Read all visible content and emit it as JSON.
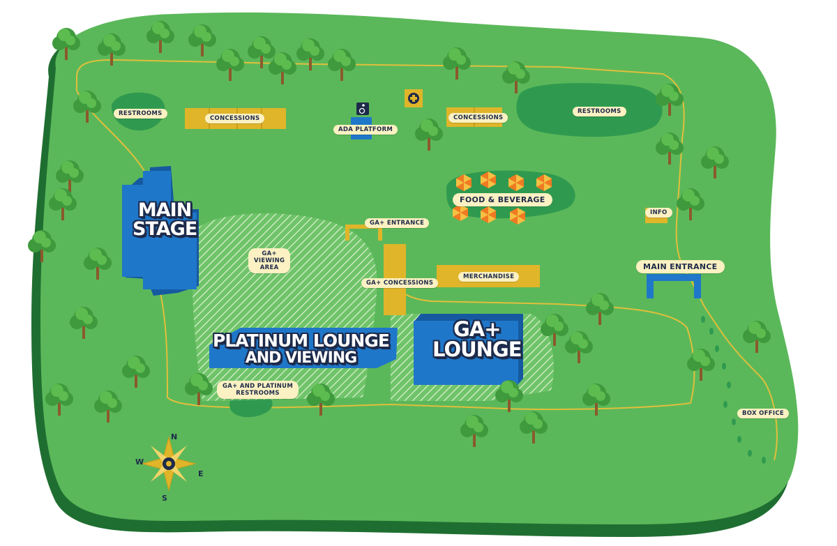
{
  "labels": {
    "restrooms_left": "RESTROOMS",
    "concessions_left": "CONCESSIONS",
    "ada_platform": "ADA PLATFORM",
    "concessions_right": "CONCESSIONS",
    "restrooms_right": "RESTROOMS",
    "main_stage_line1": "MAIN",
    "main_stage_line2": "STAGE",
    "food_beverage": "FOOD & BEVERAGE",
    "info": "INFO",
    "ga_entrance": "GA+ ENTRANCE",
    "ga_viewing_line1": "GA+",
    "ga_viewing_line2": "VIEWING",
    "ga_viewing_line3": "AREA",
    "ga_concessions": "GA+ CONCESSIONS",
    "merchandise": "MERCHANDISE",
    "main_entrance": "MAIN ENTRANCE",
    "platinum_line1": "PLATINUM LOUNGE",
    "platinum_line2": "AND VIEWING",
    "ga_lounge_line1": "GA+",
    "ga_lounge_line2": "LOUNGE",
    "ga_platinum_restrooms_line1": "GA+ AND PLATINUM",
    "ga_platinum_restrooms_line2": "RESTROOMS",
    "box_office": "BOX OFFICE"
  },
  "compass": {
    "n": "N",
    "s": "S",
    "e": "E",
    "w": "W"
  },
  "icons": {
    "ada": "wheelchair-icon",
    "first_aid": "first-aid-plus-icon",
    "compass": "compass-rose-icon",
    "tree": "tree-icon"
  },
  "colors": {
    "grass": "#5bb85a",
    "grass_dark": "#1f6e31",
    "path": "#e0bf3c",
    "stage_blue": "#1f77c9",
    "structure_yellow": "#e0b52a",
    "label_bg": "#fbf1c2",
    "text_dark": "#1d2a4a",
    "tent_orange": "#f07a22"
  }
}
